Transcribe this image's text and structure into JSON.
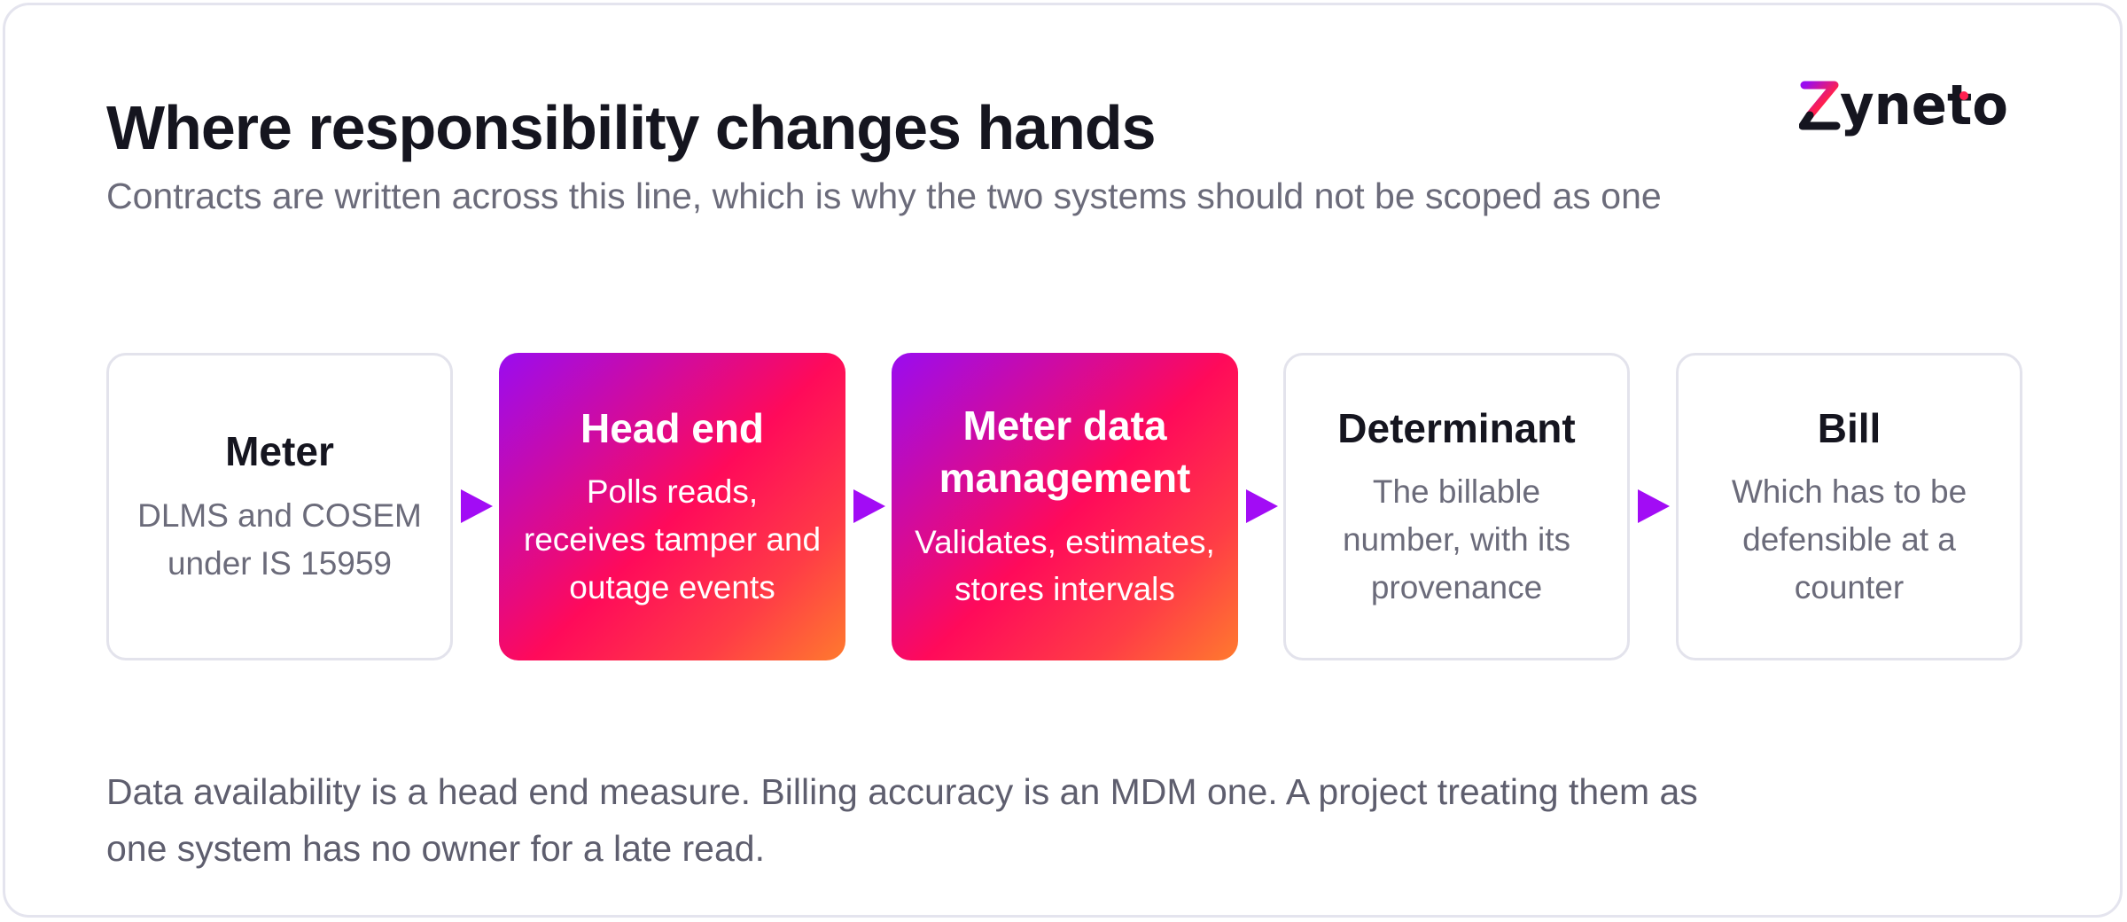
{
  "header": {
    "title": "Where responsibility changes hands",
    "subtitle": "Contracts are written across this line, which is why the two systems should not be scoped as one"
  },
  "logo": {
    "text": "zyneto",
    "accent_color": "#ff1f4f"
  },
  "flow": {
    "steps": [
      {
        "title": "Meter",
        "description": "DLMS and COSEM under IS 15959",
        "style": "plain"
      },
      {
        "title": "Head end",
        "description": "Polls reads, receives tamper and outage events",
        "style": "accent"
      },
      {
        "title": "Meter data management",
        "description": "Validates, estimates, stores intervals",
        "style": "accent"
      },
      {
        "title": "Determinant",
        "description": "The billable number, with its provenance",
        "style": "plain"
      },
      {
        "title": "Bill",
        "description": "Which has to be defensible at a counter",
        "style": "plain"
      }
    ],
    "arrow_color": "#a20cf5",
    "accent_gradient": [
      "#9a0cf0",
      "#ff0a5a",
      "#ff7a2e"
    ]
  },
  "footnote": {
    "text": "Data availability is a head end measure. Billing accuracy is an MDM one. A project treating them as one system has no owner for a late read."
  }
}
